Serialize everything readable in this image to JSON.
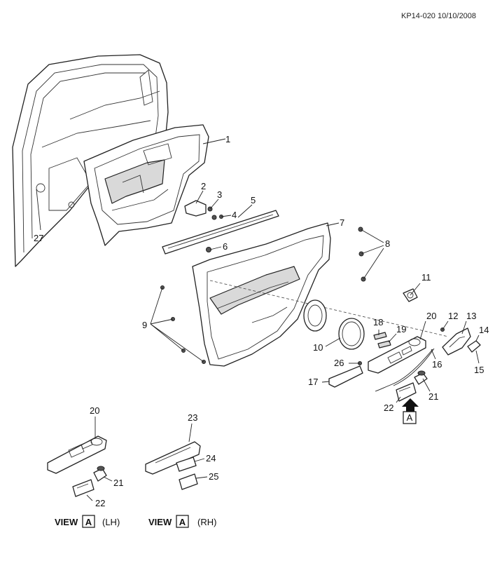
{
  "reference": "KP14-020 10/10/2008",
  "callouts": [
    {
      "id": "c1",
      "text": "1"
    },
    {
      "id": "c2",
      "text": "2"
    },
    {
      "id": "c3",
      "text": "3"
    },
    {
      "id": "c4",
      "text": "4"
    },
    {
      "id": "c5",
      "text": "5"
    },
    {
      "id": "c6",
      "text": "6"
    },
    {
      "id": "c7",
      "text": "7"
    },
    {
      "id": "c8",
      "text": "8"
    },
    {
      "id": "c9",
      "text": "9"
    },
    {
      "id": "c10",
      "text": "10"
    },
    {
      "id": "c11",
      "text": "11"
    },
    {
      "id": "c12",
      "text": "12"
    },
    {
      "id": "c13",
      "text": "13"
    },
    {
      "id": "c14",
      "text": "14"
    },
    {
      "id": "c15",
      "text": "15"
    },
    {
      "id": "c16",
      "text": "16"
    },
    {
      "id": "c17",
      "text": "17"
    },
    {
      "id": "c18",
      "text": "18"
    },
    {
      "id": "c19",
      "text": "19"
    },
    {
      "id": "c20",
      "text": "20"
    },
    {
      "id": "c21",
      "text": "21"
    },
    {
      "id": "c22",
      "text": "22"
    },
    {
      "id": "c26",
      "text": "26"
    },
    {
      "id": "c27",
      "text": "27"
    },
    {
      "id": "v20",
      "text": "20"
    },
    {
      "id": "v21",
      "text": "21"
    },
    {
      "id": "v22",
      "text": "22"
    },
    {
      "id": "v23",
      "text": "23"
    },
    {
      "id": "v24",
      "text": "24"
    },
    {
      "id": "v25",
      "text": "25"
    }
  ],
  "view_marker": "A",
  "views": [
    {
      "word": "VIEW",
      "letter": "A",
      "side": "(LH)"
    },
    {
      "word": "VIEW",
      "letter": "A",
      "side": "(RH)"
    }
  ]
}
